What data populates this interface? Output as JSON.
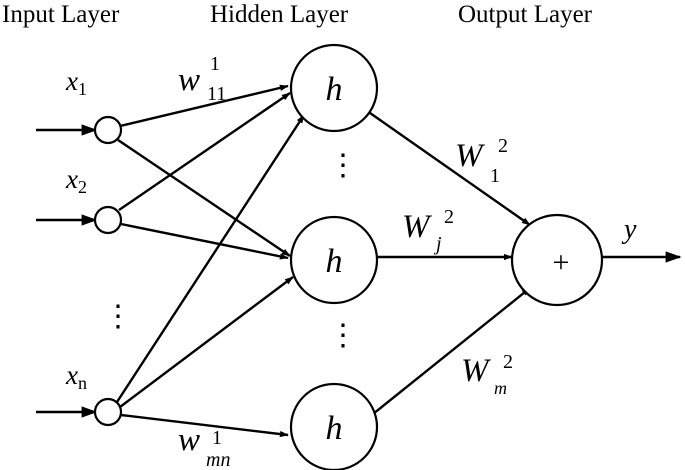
{
  "layer_titles": {
    "input": "Input Layer",
    "hidden": "Hidden Layer",
    "output": "Output Layer"
  },
  "inputs": [
    {
      "var": "x",
      "sub": "1"
    },
    {
      "var": "x",
      "sub": "2"
    },
    {
      "var": "x",
      "sub": "n"
    }
  ],
  "hidden_label": "h",
  "sum_label": "+",
  "output_label": "y",
  "ellipsis": "⋮",
  "weights": {
    "w11": {
      "var": "w",
      "sup": "1",
      "sub": "11"
    },
    "wmn": {
      "var": "w",
      "sup": "1",
      "sub": "mn"
    },
    "W1": {
      "var": "W",
      "sup": "2",
      "sub": "1"
    },
    "Wj": {
      "var": "W",
      "sup": "2",
      "sub": "j"
    },
    "Wm": {
      "var": "W",
      "sup": "2",
      "sub": "m"
    }
  }
}
